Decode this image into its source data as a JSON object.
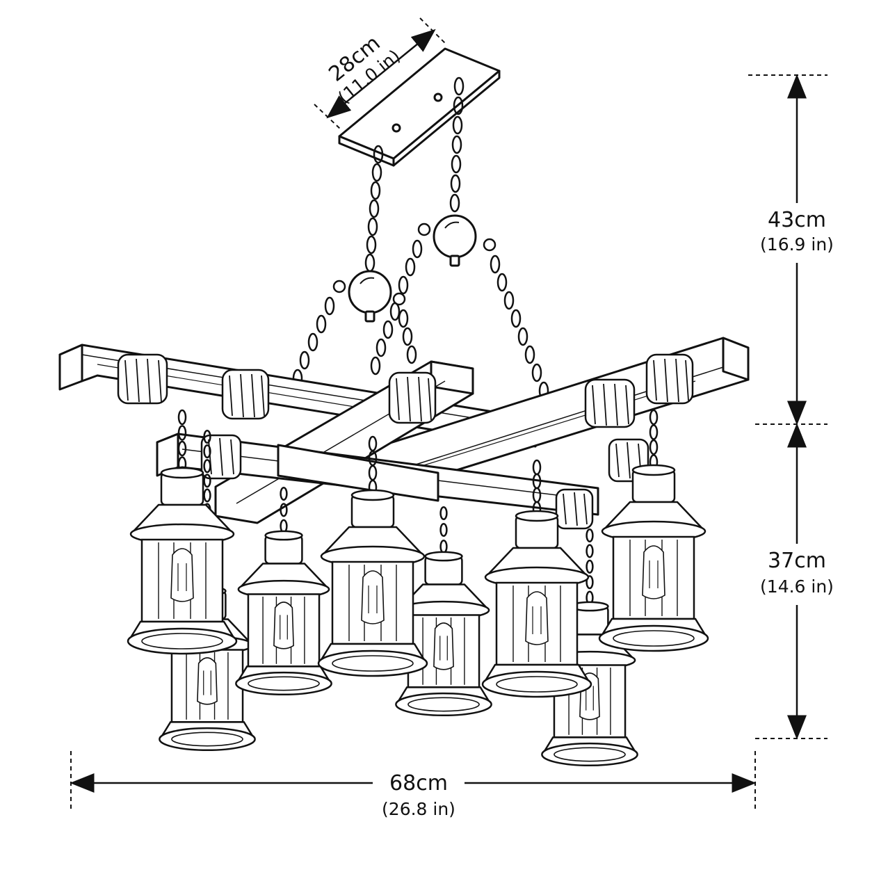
{
  "dimensions": {
    "canopy": {
      "metric": "28cm",
      "imperial": "(11.0 in)"
    },
    "upper_height": {
      "metric": "43cm",
      "imperial": "(16.9 in)"
    },
    "lower_height": {
      "metric": "37cm",
      "imperial": "(14.6 in)"
    },
    "width": {
      "metric": "68cm",
      "imperial": "(26.8 in)"
    }
  },
  "colors": {
    "line": "#111111",
    "background": "#ffffff"
  }
}
